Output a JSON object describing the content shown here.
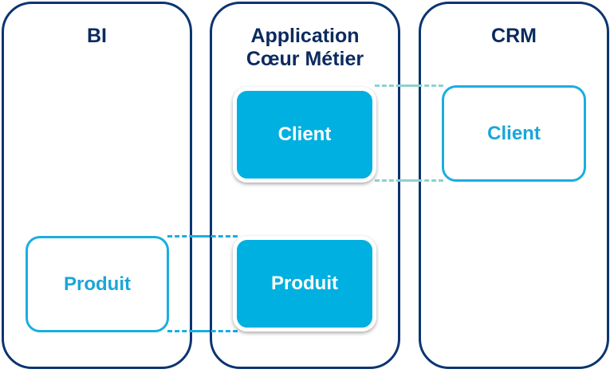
{
  "diagram": {
    "columns": [
      {
        "id": "bi",
        "title": "BI"
      },
      {
        "id": "app",
        "title": "Application Cœur Métier",
        "title_lines": [
          "Application",
          "Cœur Métier"
        ]
      },
      {
        "id": "crm",
        "title": "CRM"
      }
    ],
    "entities": [
      {
        "id": "app-client",
        "column": "app",
        "label": "Client",
        "style": "filled"
      },
      {
        "id": "crm-client",
        "column": "crm",
        "label": "Client",
        "style": "outline"
      },
      {
        "id": "bi-produit",
        "column": "bi",
        "label": "Produit",
        "style": "outline"
      },
      {
        "id": "app-produit",
        "column": "app",
        "label": "Produit",
        "style": "filled"
      }
    ],
    "links": [
      {
        "from": "app-client",
        "to": "crm-client",
        "style": "dashed",
        "color": "#8fd0cf"
      },
      {
        "from": "bi-produit",
        "to": "app-produit",
        "style": "dashed",
        "color": "#1aaee0"
      }
    ],
    "colors": {
      "column_border": "#0b3570",
      "title_text": "#0b2a5e",
      "entity_fill": "#00b0e0",
      "entity_outline": "#1aaee0"
    }
  }
}
